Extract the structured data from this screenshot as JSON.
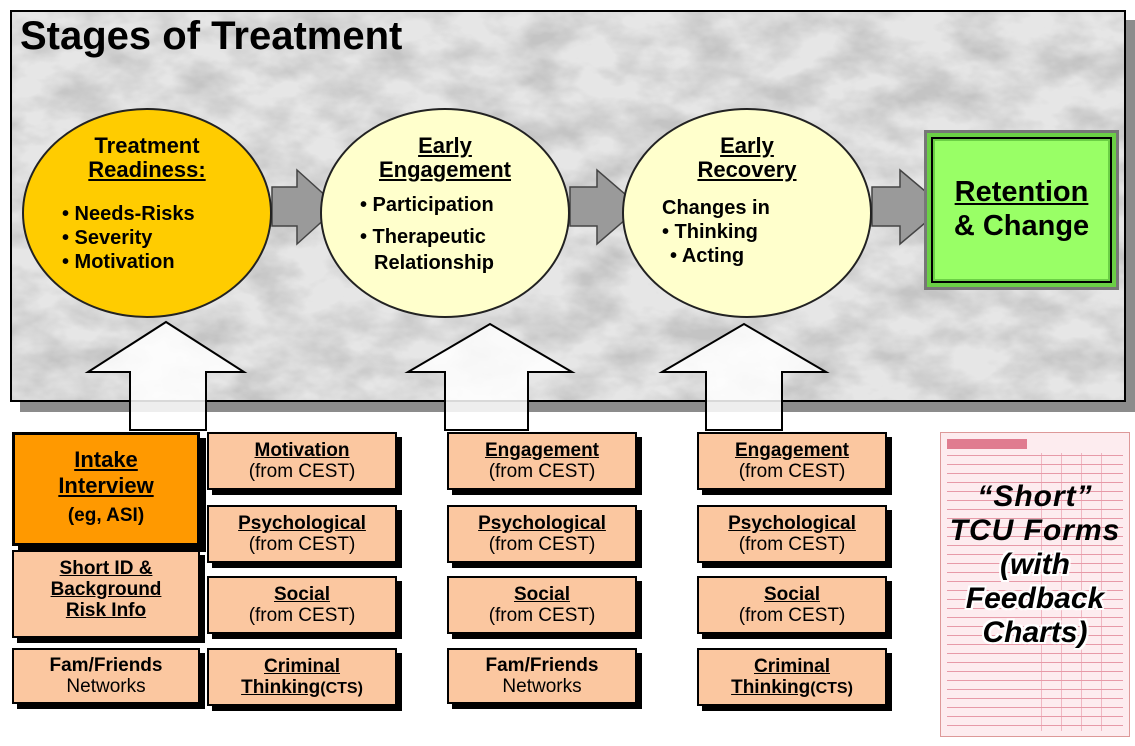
{
  "title": "Stages of Treatment",
  "stages": [
    {
      "heading_lines": [
        "Treatment",
        "Readiness:"
      ],
      "bullets": [
        "• Needs-Risks",
        "• Severity",
        "• Motivation"
      ],
      "color": "#ffcc00"
    },
    {
      "heading_lines": [
        "Early",
        "Engagement"
      ],
      "bullets": [
        "• Participation",
        "• Therapeutic",
        "Relationship"
      ],
      "color": "#ffffcc"
    },
    {
      "heading_lines": [
        "Early",
        "Recovery"
      ],
      "intro": "Changes in",
      "bullets": [
        "• Thinking",
        "• Acting"
      ],
      "color": "#ffffcc"
    }
  ],
  "outcome": {
    "line1": "Retention",
    "line2": "& Change",
    "color": "#99ff66"
  },
  "columns": [
    {
      "boxes": [
        {
          "lines": [
            "Intake",
            "Interview"
          ],
          "sub": "(eg, ASI)"
        },
        {
          "lines": [
            "Short ID &",
            "Background",
            "Risk Info"
          ]
        },
        {
          "title": "Fam/Friends",
          "sub": "Networks"
        }
      ]
    },
    {
      "boxes": [
        {
          "title": "Motivation",
          "sub": "(from CEST)"
        },
        {
          "title": "Psychological",
          "sub": "(from CEST)"
        },
        {
          "title": "Social",
          "sub": "(from CEST)"
        },
        {
          "title": "Criminal",
          "title2": "Thinking",
          "suffix": "(CTS)"
        }
      ]
    },
    {
      "boxes": [
        {
          "title": "Engagement",
          "sub": "(from CEST)"
        },
        {
          "title": "Psychological",
          "sub": "(from CEST)"
        },
        {
          "title": "Social",
          "sub": "(from CEST)"
        },
        {
          "title": "Fam/Friends",
          "sub": "Networks"
        }
      ]
    },
    {
      "boxes": [
        {
          "title": "Engagement",
          "sub": "(from CEST)"
        },
        {
          "title": "Psychological",
          "sub": "(from CEST)"
        },
        {
          "title": "Social",
          "sub": "(from CEST)"
        },
        {
          "title": "Criminal",
          "title2": "Thinking",
          "suffix": "(CTS)"
        }
      ]
    }
  ],
  "form_label": {
    "line1": "“Short”",
    "line2": "TCU Forms",
    "line3": "(with",
    "line4": "Feedback",
    "line5": "Charts)"
  }
}
